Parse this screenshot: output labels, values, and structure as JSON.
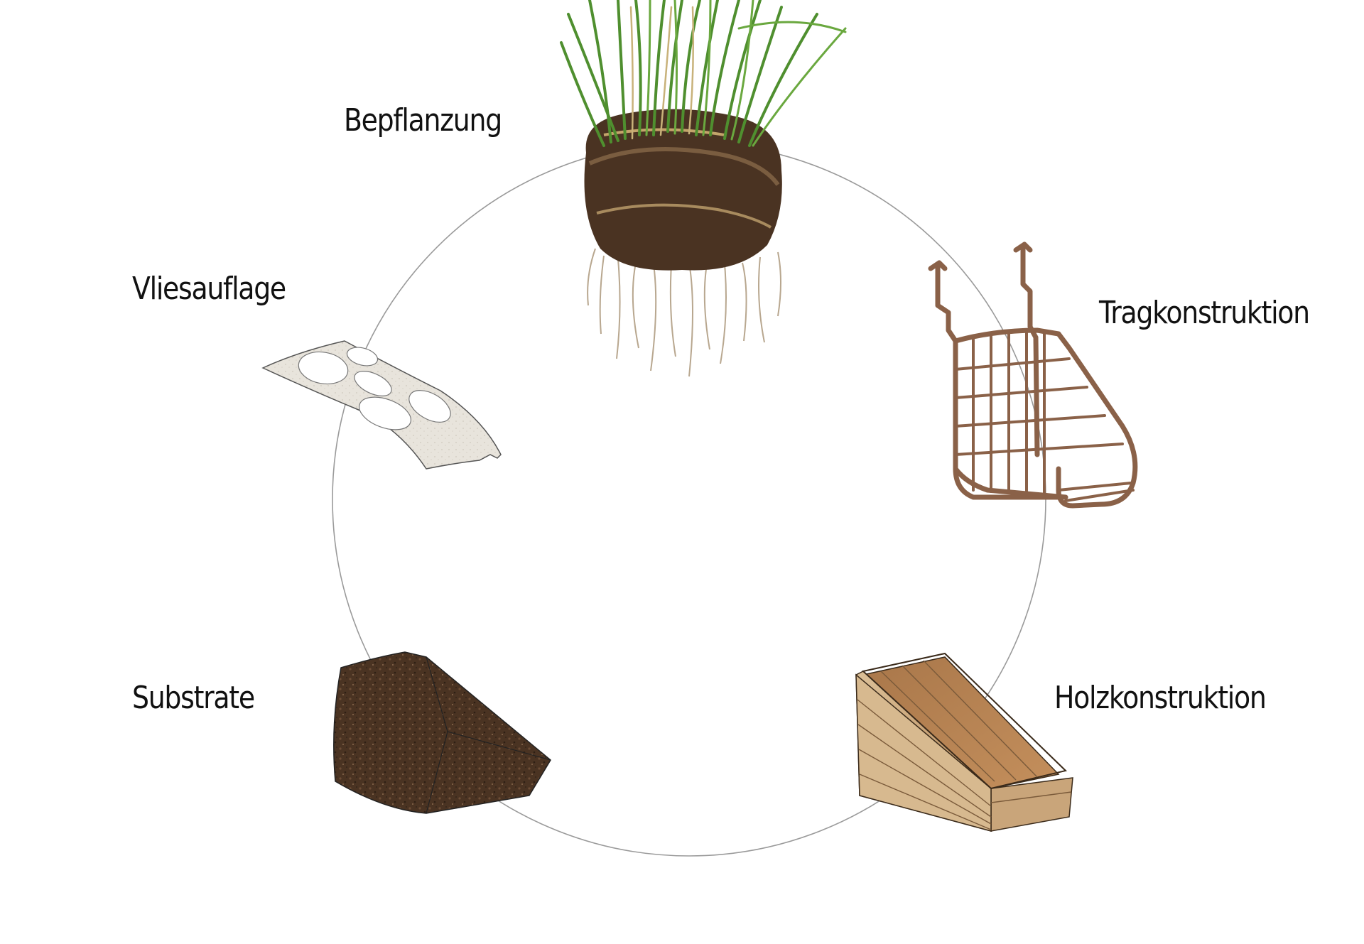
{
  "labels": {
    "bepflanzung": "Bepflanzung",
    "vliesauflage": "Vliesauflage",
    "tragkonstruktion": "Tragkonstruktion",
    "substrate": "Substrate",
    "holzkonstruktion": "Holzkonstruktion"
  },
  "icons": {
    "plant": "grass-plant-icon",
    "fleece": "fleece-sheet-icon",
    "frame": "metal-frame-icon",
    "substrate": "soil-block-icon",
    "wood": "wooden-box-icon"
  },
  "colors": {
    "circle": "#9a9a9a",
    "grass": "#4f8f2f",
    "soil": "#4a3322",
    "metal": "#8a6148",
    "wood": "#c9a57a",
    "fleece": "#e6e2da"
  }
}
